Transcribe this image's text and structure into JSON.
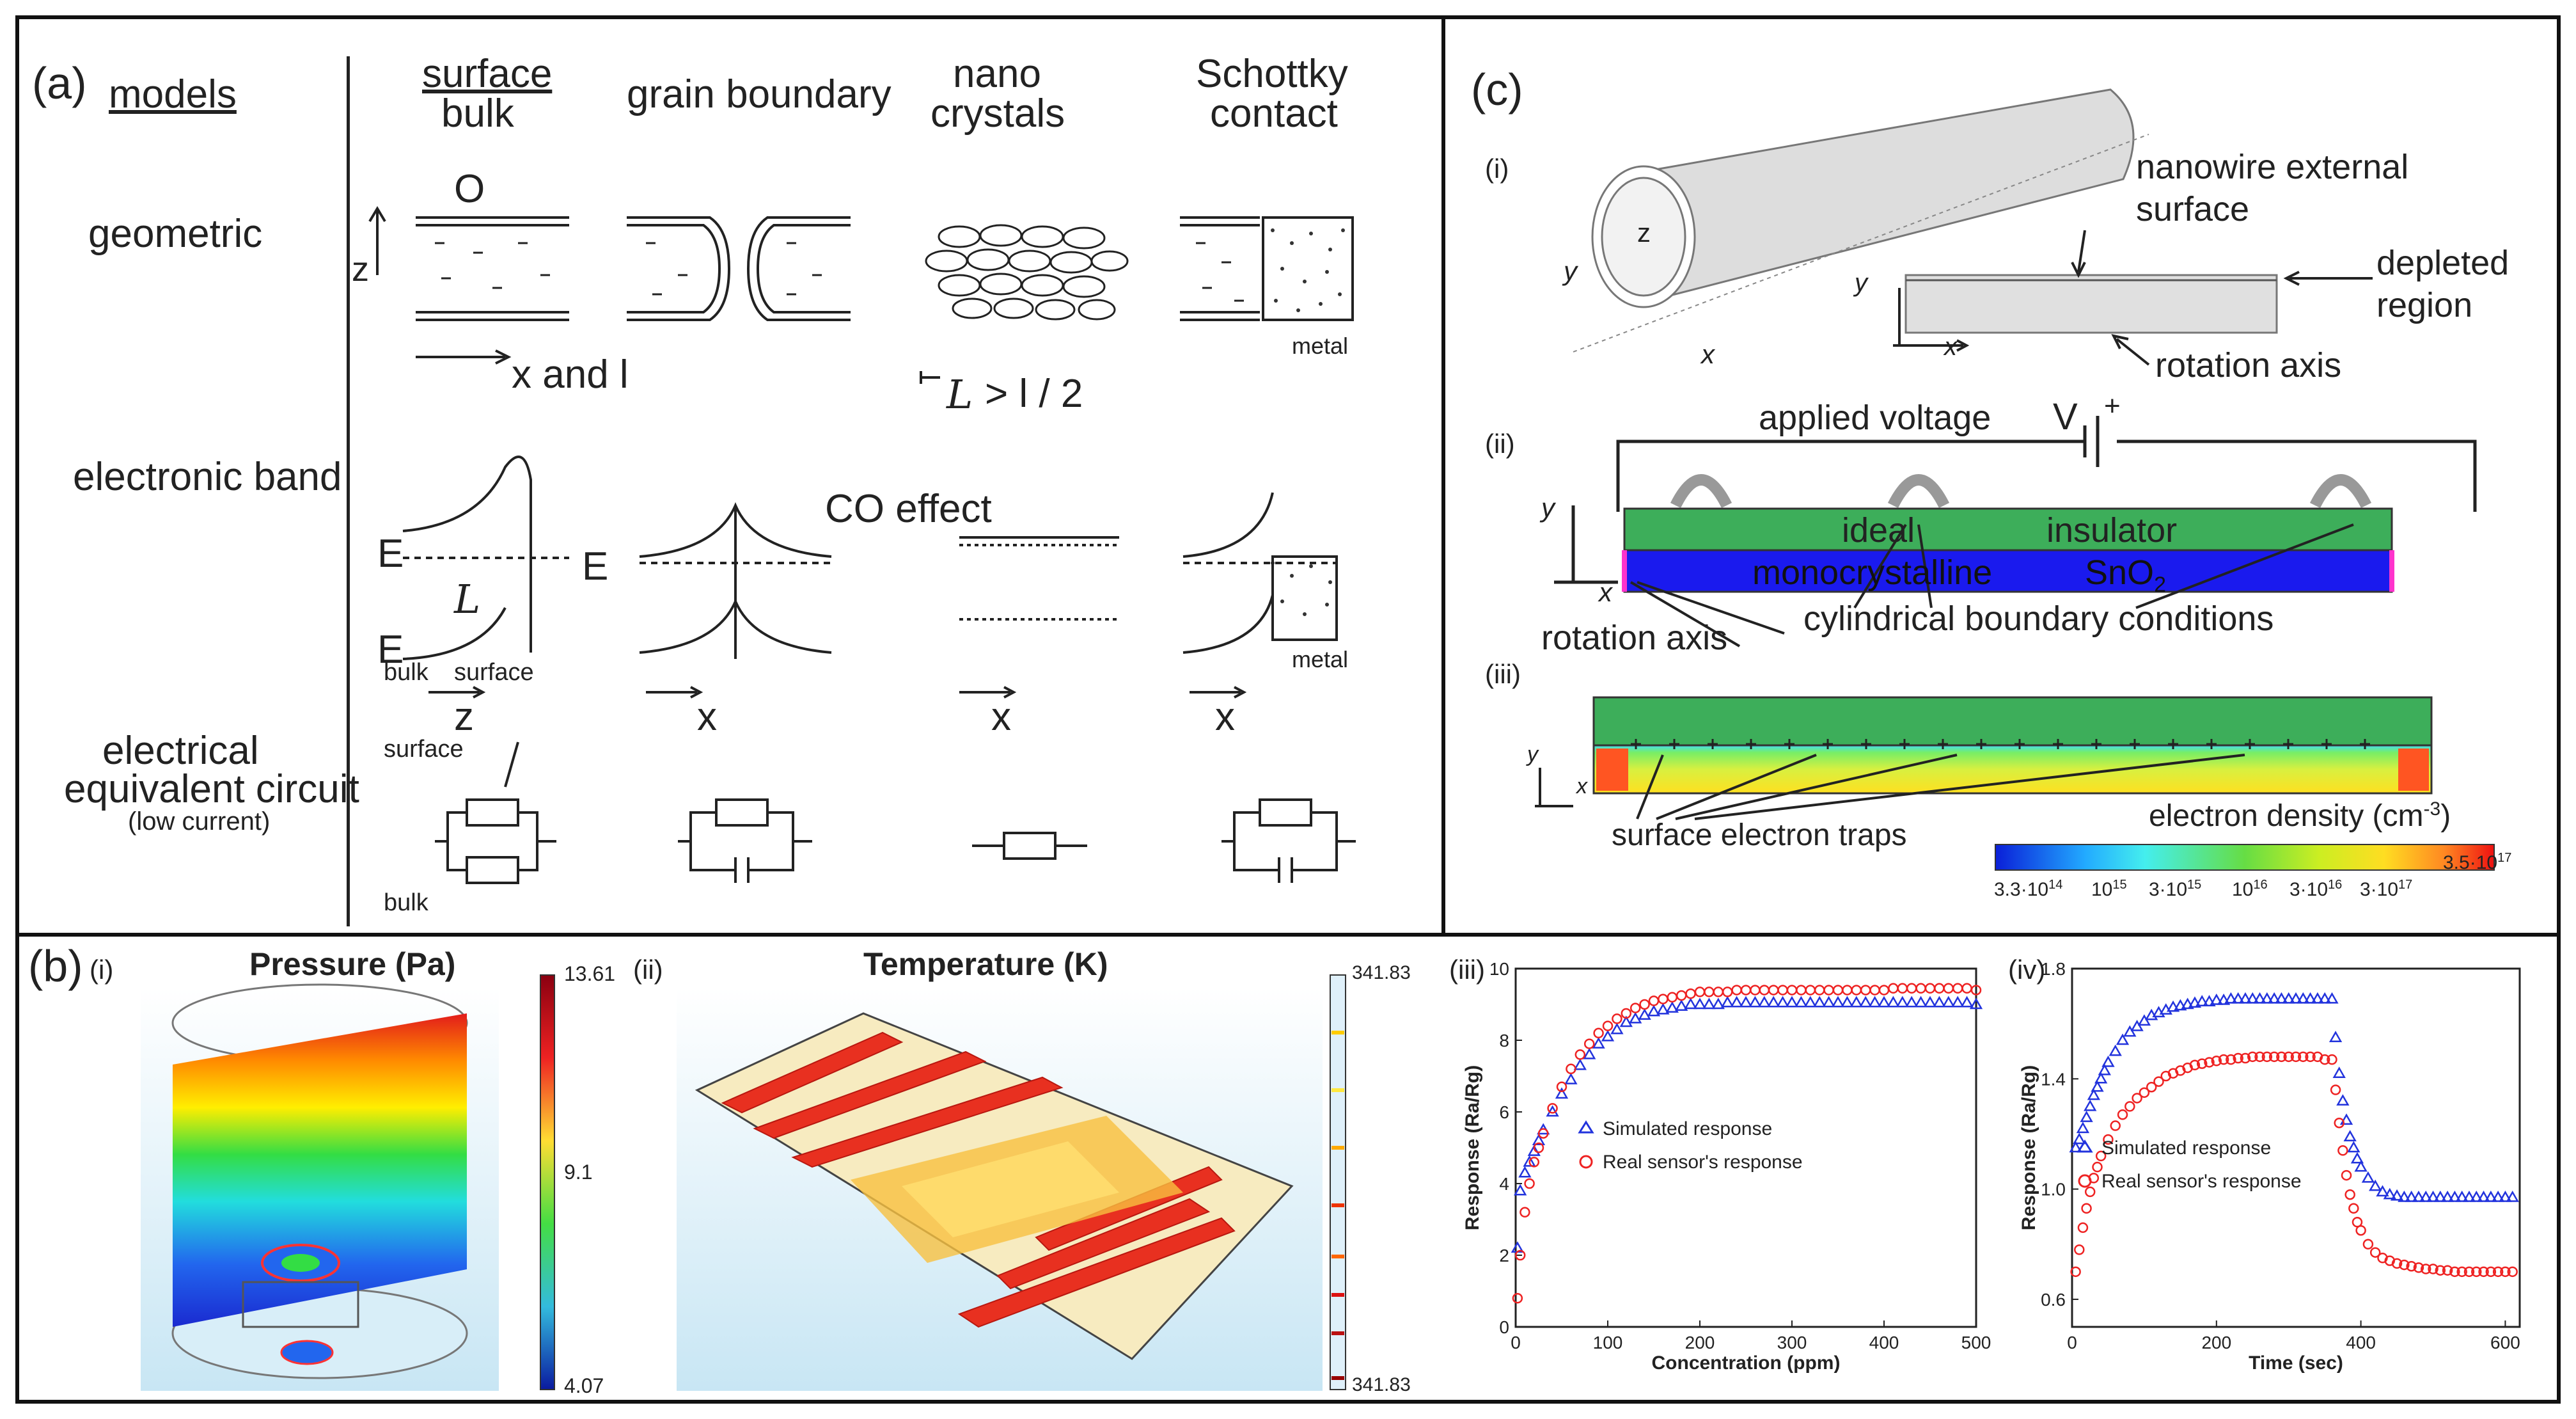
{
  "panel_a": {
    "tag": "(a)",
    "models_label": "models",
    "columns": [
      "surface",
      "bulk",
      "grain boundary",
      "nano",
      "crystals",
      "Schottky",
      "contact"
    ],
    "rows": {
      "geometric": "geometric",
      "electronic_band": "electronic band",
      "circuit_line1": "electrical",
      "circuit_line2": "equivalent circuit",
      "circuit_line3": "(low current)"
    },
    "annotations": {
      "o2": "O",
      "z_axis": "z",
      "x_and_l": "x and  l",
      "ld_gt": "L",
      "ld_half": "> l / 2",
      "metal": "metal",
      "co_effect": "CO effect",
      "ec": "E",
      "ef": "E",
      "ev": "E",
      "ld": "L",
      "bulk": "bulk",
      "surface": "surface",
      "z": "z",
      "x": "x",
      "surface_c": "surface",
      "bulk_c": "bulk"
    }
  },
  "panel_c": {
    "tag": "(c)",
    "i": "(i)",
    "ii": "(ii)",
    "iii": "(iii)",
    "nanowire_surface_1": "nanowire external",
    "nanowire_surface_2": "surface",
    "depleted_1": "depleted",
    "depleted_2": "region",
    "rotation_axis": "rotation axis",
    "applied_voltage": "applied voltage",
    "v": "V",
    "plus": "+",
    "ideal": "ideal",
    "insulator": "insulator",
    "monocrystalline": "monocrystalline",
    "sno2": "SnO",
    "rotation_axis_2": "rotation axis",
    "cyl_bc": "cylindrical boundary conditions",
    "traps": "surface electron traps",
    "electron_density": "electron density (cm",
    "ed_suffix": "-3",
    "colorbar_ticks": [
      "3.3·10",
      "10",
      "3·10",
      "10",
      "3·10",
      "3·10",
      "3.5·10"
    ],
    "colorbar_exps": [
      "14",
      "15",
      "15",
      "16",
      "16",
      "17",
      "17"
    ],
    "y": "y",
    "x": "x",
    "z": "z"
  },
  "panel_b": {
    "tag": "(b)",
    "i": "(i)",
    "ii": "(ii)",
    "iii": "(iii)",
    "iv": "(iv)",
    "pressure_title": "Pressure (Pa)",
    "pressure_ticks": [
      "13.61",
      "9.1",
      "4.07"
    ],
    "temp_title": "Temperature (K)",
    "temp_ticks": [
      "341.83",
      "341.83"
    ]
  },
  "colors": {
    "sim": "#2233dd",
    "real": "#ee2222",
    "green_layer": "#3dae5a",
    "blue_layer": "#1a1aee"
  },
  "chart_data": [
    {
      "type": "scatter",
      "xlabel": "Concentration (ppm)",
      "ylabel": "Response (Ra/Rg)",
      "xlim": [
        0,
        500
      ],
      "ylim": [
        0,
        10
      ],
      "xticks": [
        "0",
        "100",
        "200",
        "300",
        "400",
        "500"
      ],
      "yticks": [
        "0",
        "2",
        "4",
        "6",
        "8",
        "10"
      ],
      "legend_position": "center",
      "series": [
        {
          "name": "Simulated response",
          "marker": "triangle",
          "color": "#2233dd",
          "x": [
            2,
            5,
            10,
            15,
            20,
            25,
            30,
            40,
            50,
            60,
            70,
            80,
            90,
            100,
            110,
            120,
            130,
            140,
            150,
            160,
            170,
            180,
            190,
            200,
            210,
            220,
            230,
            240,
            250,
            260,
            270,
            280,
            290,
            300,
            310,
            320,
            330,
            340,
            350,
            360,
            370,
            380,
            390,
            400,
            410,
            420,
            430,
            440,
            450,
            460,
            470,
            480,
            490,
            500
          ],
          "y": [
            2.2,
            3.8,
            4.3,
            4.6,
            4.9,
            5.2,
            5.5,
            6.0,
            6.5,
            6.9,
            7.3,
            7.6,
            7.9,
            8.1,
            8.3,
            8.5,
            8.6,
            8.7,
            8.8,
            8.85,
            8.9,
            8.95,
            9.0,
            9.0,
            9.0,
            9.0,
            9.05,
            9.05,
            9.05,
            9.05,
            9.05,
            9.05,
            9.05,
            9.05,
            9.05,
            9.05,
            9.05,
            9.05,
            9.05,
            9.05,
            9.05,
            9.05,
            9.05,
            9.05,
            9.05,
            9.05,
            9.05,
            9.05,
            9.05,
            9.05,
            9.05,
            9.05,
            9.05,
            9.0
          ]
        },
        {
          "name": "Real sensor's response",
          "marker": "circle",
          "color": "#ee2222",
          "x": [
            2,
            5,
            10,
            15,
            20,
            25,
            30,
            40,
            50,
            60,
            70,
            80,
            90,
            100,
            110,
            120,
            130,
            140,
            150,
            160,
            170,
            180,
            190,
            200,
            210,
            220,
            230,
            240,
            250,
            260,
            270,
            280,
            290,
            300,
            310,
            320,
            330,
            340,
            350,
            360,
            370,
            380,
            390,
            400,
            410,
            420,
            430,
            440,
            450,
            460,
            470,
            480,
            490,
            500
          ],
          "y": [
            0.8,
            2.0,
            3.2,
            4.0,
            4.6,
            5.0,
            5.4,
            6.1,
            6.7,
            7.2,
            7.6,
            7.9,
            8.2,
            8.4,
            8.6,
            8.75,
            8.9,
            9.0,
            9.1,
            9.15,
            9.2,
            9.25,
            9.3,
            9.35,
            9.35,
            9.35,
            9.35,
            9.4,
            9.4,
            9.4,
            9.4,
            9.4,
            9.4,
            9.4,
            9.4,
            9.4,
            9.4,
            9.4,
            9.4,
            9.4,
            9.4,
            9.4,
            9.4,
            9.4,
            9.45,
            9.45,
            9.45,
            9.45,
            9.45,
            9.45,
            9.45,
            9.45,
            9.45,
            9.4
          ]
        }
      ]
    },
    {
      "type": "scatter",
      "xlabel": "Time (sec)",
      "ylabel": "Response (Ra/Rg)",
      "xlim": [
        0,
        620
      ],
      "ylim": [
        0.5,
        1.8
      ],
      "xticks": [
        "0",
        "200",
        "400",
        "600"
      ],
      "yticks": [
        "0.6",
        "1.0",
        "1.4",
        "1.8"
      ],
      "legend_position": "lower-left",
      "series": [
        {
          "name": "Simulated response",
          "marker": "triangle",
          "color": "#2233dd",
          "x": [
            5,
            10,
            15,
            20,
            25,
            30,
            35,
            40,
            45,
            50,
            60,
            70,
            80,
            90,
            100,
            110,
            120,
            130,
            140,
            150,
            160,
            170,
            180,
            190,
            200,
            210,
            220,
            230,
            240,
            250,
            260,
            270,
            280,
            290,
            300,
            310,
            320,
            330,
            340,
            350,
            360,
            365,
            370,
            375,
            380,
            385,
            390,
            395,
            400,
            410,
            420,
            430,
            440,
            450,
            460,
            470,
            480,
            490,
            500,
            510,
            520,
            530,
            540,
            550,
            560,
            570,
            580,
            590,
            600,
            610
          ],
          "y": [
            1.15,
            1.18,
            1.22,
            1.26,
            1.3,
            1.34,
            1.37,
            1.4,
            1.43,
            1.46,
            1.5,
            1.54,
            1.57,
            1.59,
            1.61,
            1.63,
            1.64,
            1.65,
            1.66,
            1.665,
            1.67,
            1.675,
            1.68,
            1.68,
            1.685,
            1.685,
            1.69,
            1.69,
            1.69,
            1.69,
            1.69,
            1.69,
            1.69,
            1.69,
            1.69,
            1.69,
            1.69,
            1.69,
            1.69,
            1.69,
            1.69,
            1.55,
            1.42,
            1.32,
            1.25,
            1.19,
            1.15,
            1.11,
            1.08,
            1.04,
            1.01,
            0.99,
            0.98,
            0.975,
            0.97,
            0.97,
            0.97,
            0.97,
            0.97,
            0.97,
            0.97,
            0.97,
            0.97,
            0.97,
            0.97,
            0.97,
            0.97,
            0.97,
            0.97,
            0.97
          ]
        },
        {
          "name": "Real sensor's response",
          "marker": "circle",
          "color": "#ee2222",
          "x": [
            5,
            10,
            15,
            20,
            25,
            30,
            35,
            40,
            50,
            60,
            70,
            80,
            90,
            100,
            110,
            120,
            130,
            140,
            150,
            160,
            170,
            180,
            190,
            200,
            210,
            220,
            230,
            240,
            250,
            260,
            270,
            280,
            290,
            300,
            310,
            320,
            330,
            340,
            350,
            360,
            365,
            370,
            375,
            380,
            385,
            390,
            395,
            400,
            410,
            420,
            430,
            440,
            450,
            460,
            470,
            480,
            490,
            500,
            510,
            520,
            530,
            540,
            550,
            560,
            570,
            580,
            590,
            600,
            610
          ],
          "y": [
            0.7,
            0.78,
            0.86,
            0.93,
            0.99,
            1.04,
            1.08,
            1.12,
            1.18,
            1.23,
            1.27,
            1.3,
            1.33,
            1.35,
            1.37,
            1.39,
            1.41,
            1.42,
            1.43,
            1.44,
            1.45,
            1.455,
            1.46,
            1.465,
            1.47,
            1.47,
            1.475,
            1.475,
            1.48,
            1.48,
            1.48,
            1.48,
            1.48,
            1.48,
            1.48,
            1.48,
            1.48,
            1.48,
            1.47,
            1.47,
            1.36,
            1.24,
            1.14,
            1.05,
            0.98,
            0.93,
            0.88,
            0.85,
            0.8,
            0.77,
            0.75,
            0.74,
            0.73,
            0.725,
            0.72,
            0.715,
            0.71,
            0.71,
            0.705,
            0.705,
            0.7,
            0.7,
            0.7,
            0.7,
            0.7,
            0.7,
            0.7,
            0.7,
            0.7
          ]
        }
      ]
    }
  ]
}
